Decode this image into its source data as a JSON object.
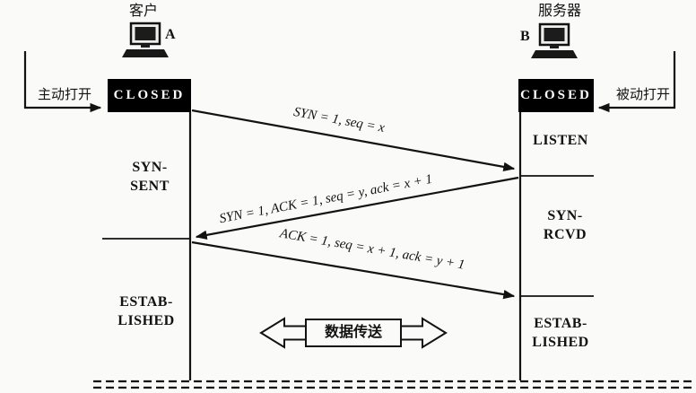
{
  "client": {
    "title": "客户",
    "host_label": "A",
    "open_label": "主动打开",
    "states": [
      "CLOSED",
      "SYN-\nSENT",
      "ESTAB-\nLISHED"
    ]
  },
  "server": {
    "title": "服务器",
    "host_label": "B",
    "open_label": "被动打开",
    "states": [
      "CLOSED",
      "LISTEN",
      "SYN-\nRCVD",
      "ESTAB-\nLISHED"
    ]
  },
  "messages": [
    {
      "label": "SYN = 1, seq = x"
    },
    {
      "label": "SYN = 1, ACK = 1, seq = y, ack = x + 1"
    },
    {
      "label": "ACK = 1, seq = x + 1, ack = y + 1"
    }
  ],
  "data_transfer_label": "数据传送",
  "colors": {
    "ink": "#121212",
    "box_bg": "#000000",
    "box_text": "#ffffff",
    "background": "#fafaf8"
  }
}
